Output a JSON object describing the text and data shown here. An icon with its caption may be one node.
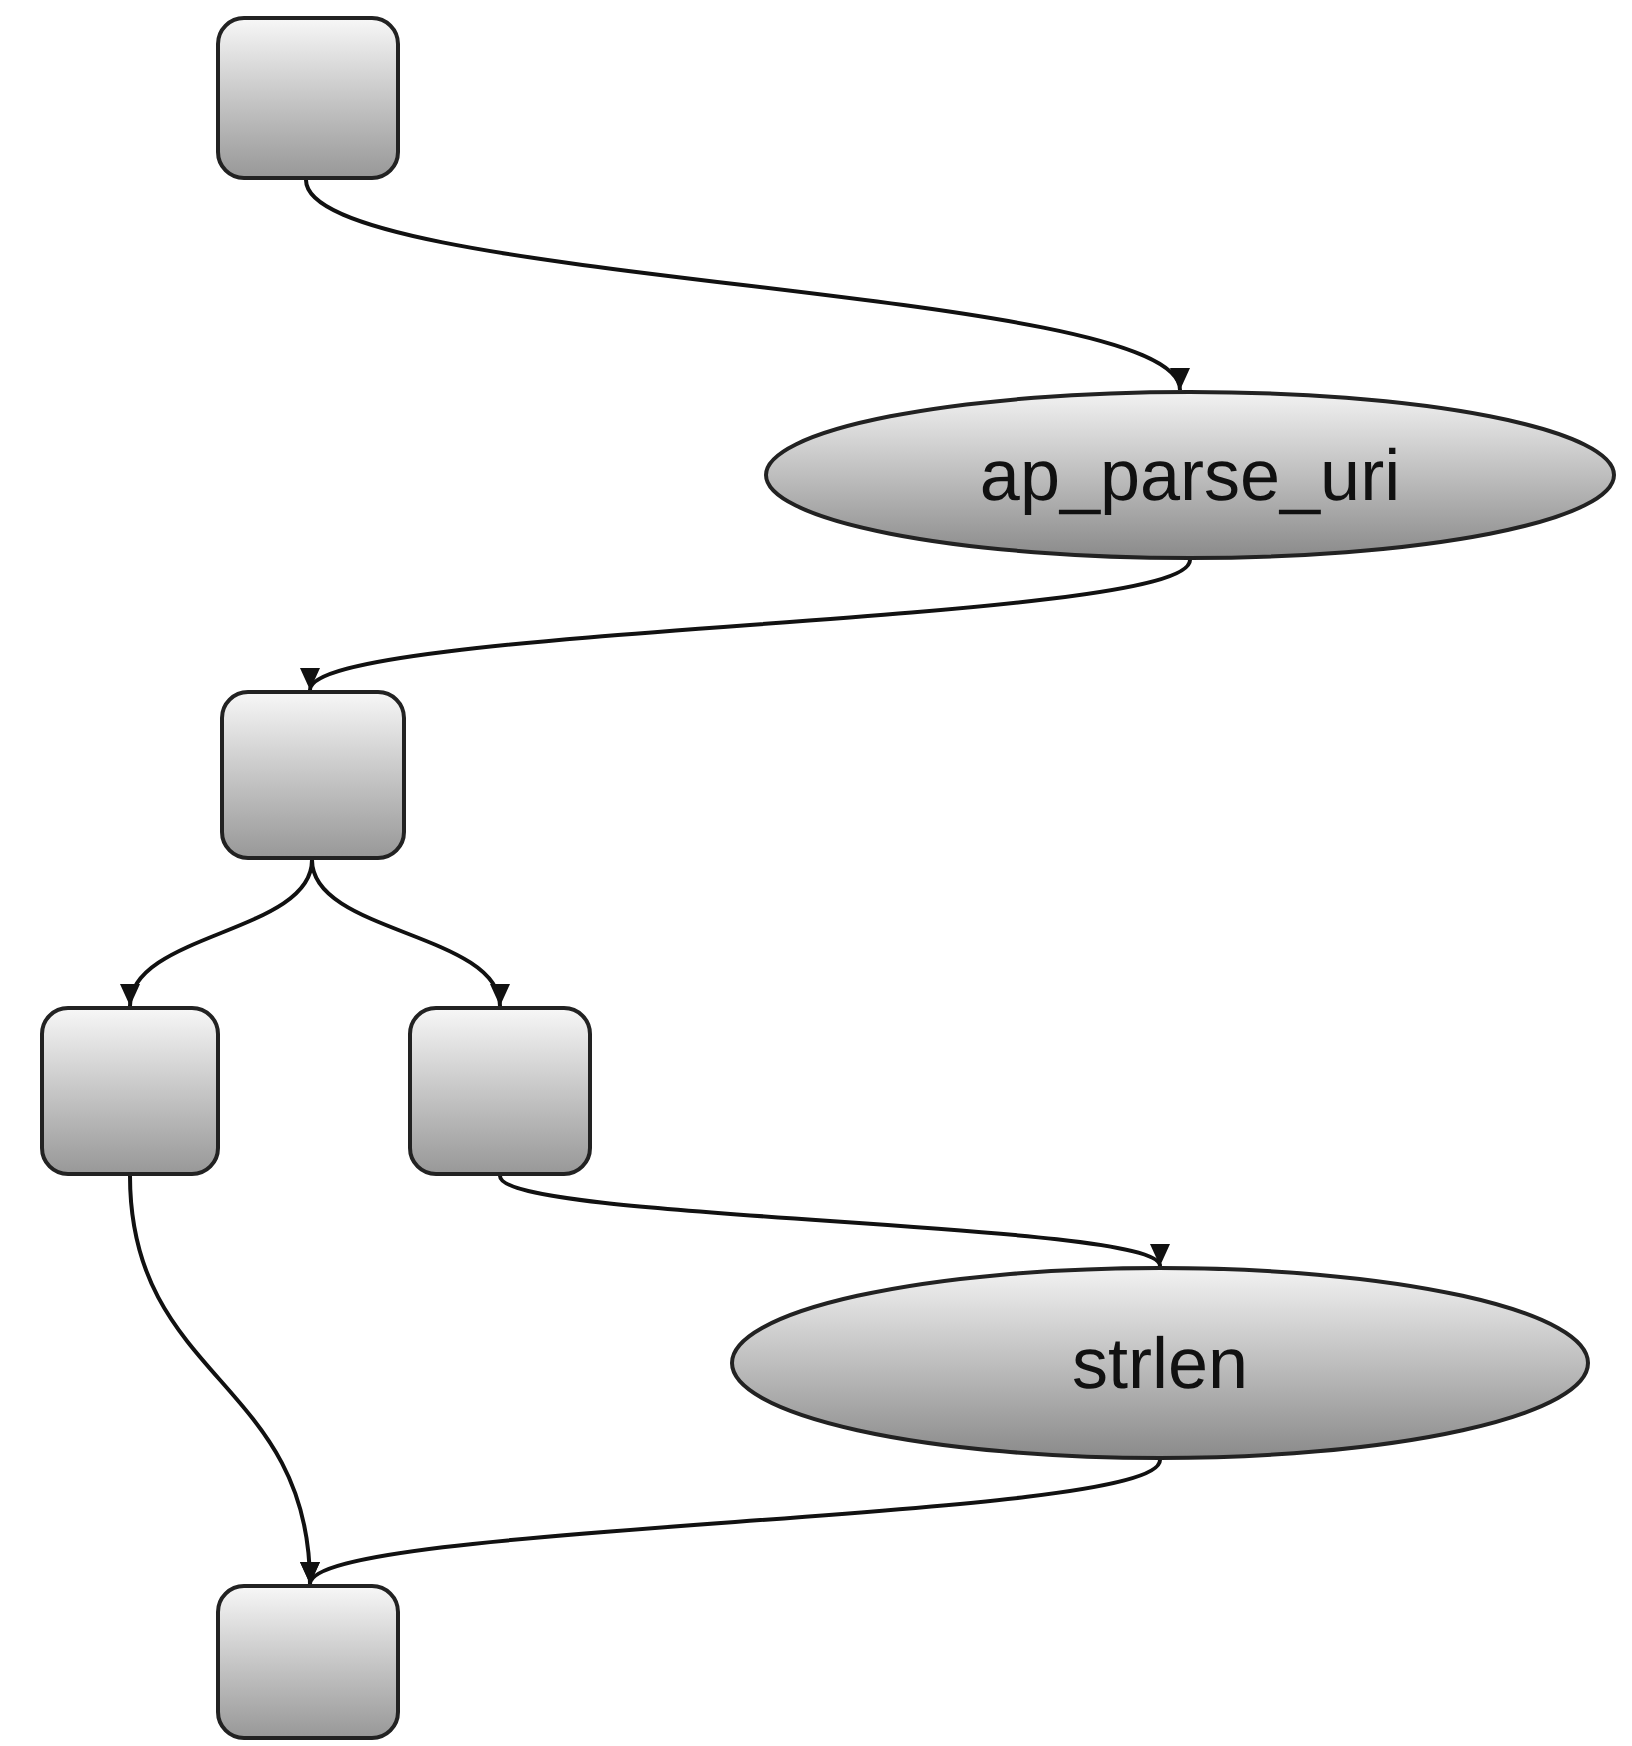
{
  "diagram": {
    "nodes": [
      {
        "text": [],
        "shape": "box"
      },
      {
        "text": [
          "ap_parse_uri"
        ]
      },
      {
        "text": [],
        "shape": "box"
      },
      {
        "text": [],
        "shape": "box"
      },
      {
        "text": [],
        "shape": "box"
      },
      {
        "text": [
          "strlen"
        ]
      },
      {
        "text": [],
        "shape": "box"
      }
    ],
    "edges": [
      {
        "from": 0,
        "to": 1,
        "arrow": "to"
      },
      {
        "from": 1,
        "to": 2,
        "arrow": "to"
      },
      {
        "from": 2,
        "to": 3,
        "arrow": "to"
      },
      {
        "from": 2,
        "to": 4,
        "arrow": "to"
      },
      {
        "from": 4,
        "to": 5,
        "arrow": "to"
      },
      {
        "from": 3,
        "to": 6,
        "arrow": "to"
      },
      {
        "from": 5,
        "to": 6,
        "arrow": "to"
      }
    ]
  }
}
